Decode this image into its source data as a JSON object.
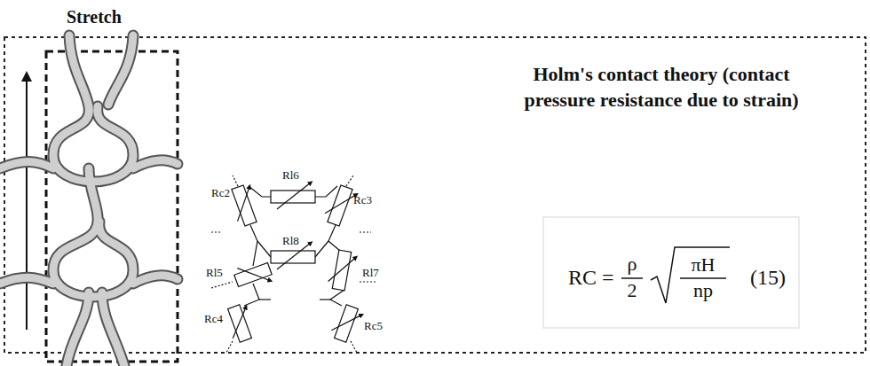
{
  "diagram": {
    "title": "Stretch",
    "labels": [
      "Rl6",
      "Rc2",
      "Rc3",
      "Rl5",
      "Rl8",
      "Rl7",
      "Rc4",
      "Rc5",
      "Holm's contact theory (contact pressure resistance due to strain)",
      "RC =",
      "ρ",
      "2",
      "πH",
      "np",
      "(15)"
    ]
  }
}
